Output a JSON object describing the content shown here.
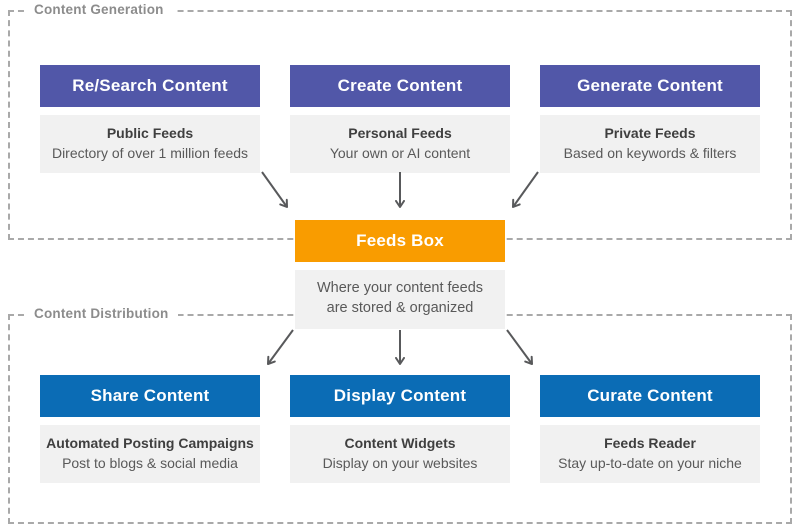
{
  "colors": {
    "generation_header_bg": "#5157a8",
    "distribution_header_bg": "#0b6cb5",
    "hub_header_bg": "#f99c00",
    "info_box_bg": "#f1f1f1",
    "arrow_color": "#58595b",
    "dashed_border_color": "#a9a9a9",
    "section_label_color": "#8c8c8c"
  },
  "sections": {
    "generation": {
      "label": "Content Generation",
      "items": [
        {
          "header": "Re/Search Content",
          "title": "Public Feeds",
          "subtitle": "Directory of over 1 million feeds"
        },
        {
          "header": "Create Content",
          "title": "Personal Feeds",
          "subtitle": "Your own or AI content"
        },
        {
          "header": "Generate Content",
          "title": "Private Feeds",
          "subtitle": "Based on keywords & filters"
        }
      ]
    },
    "hub": {
      "header": "Feeds Box",
      "description": "Where your content feeds are stored & organized"
    },
    "distribution": {
      "label": "Content Distribution",
      "items": [
        {
          "header": "Share Content",
          "title": "Automated Posting Campaigns",
          "subtitle": "Post to blogs & social media"
        },
        {
          "header": "Display Content",
          "title": "Content Widgets",
          "subtitle": "Display on your websites"
        },
        {
          "header": "Curate Content",
          "title": "Feeds Reader",
          "subtitle": "Stay up-to-date on your niche"
        }
      ]
    }
  }
}
